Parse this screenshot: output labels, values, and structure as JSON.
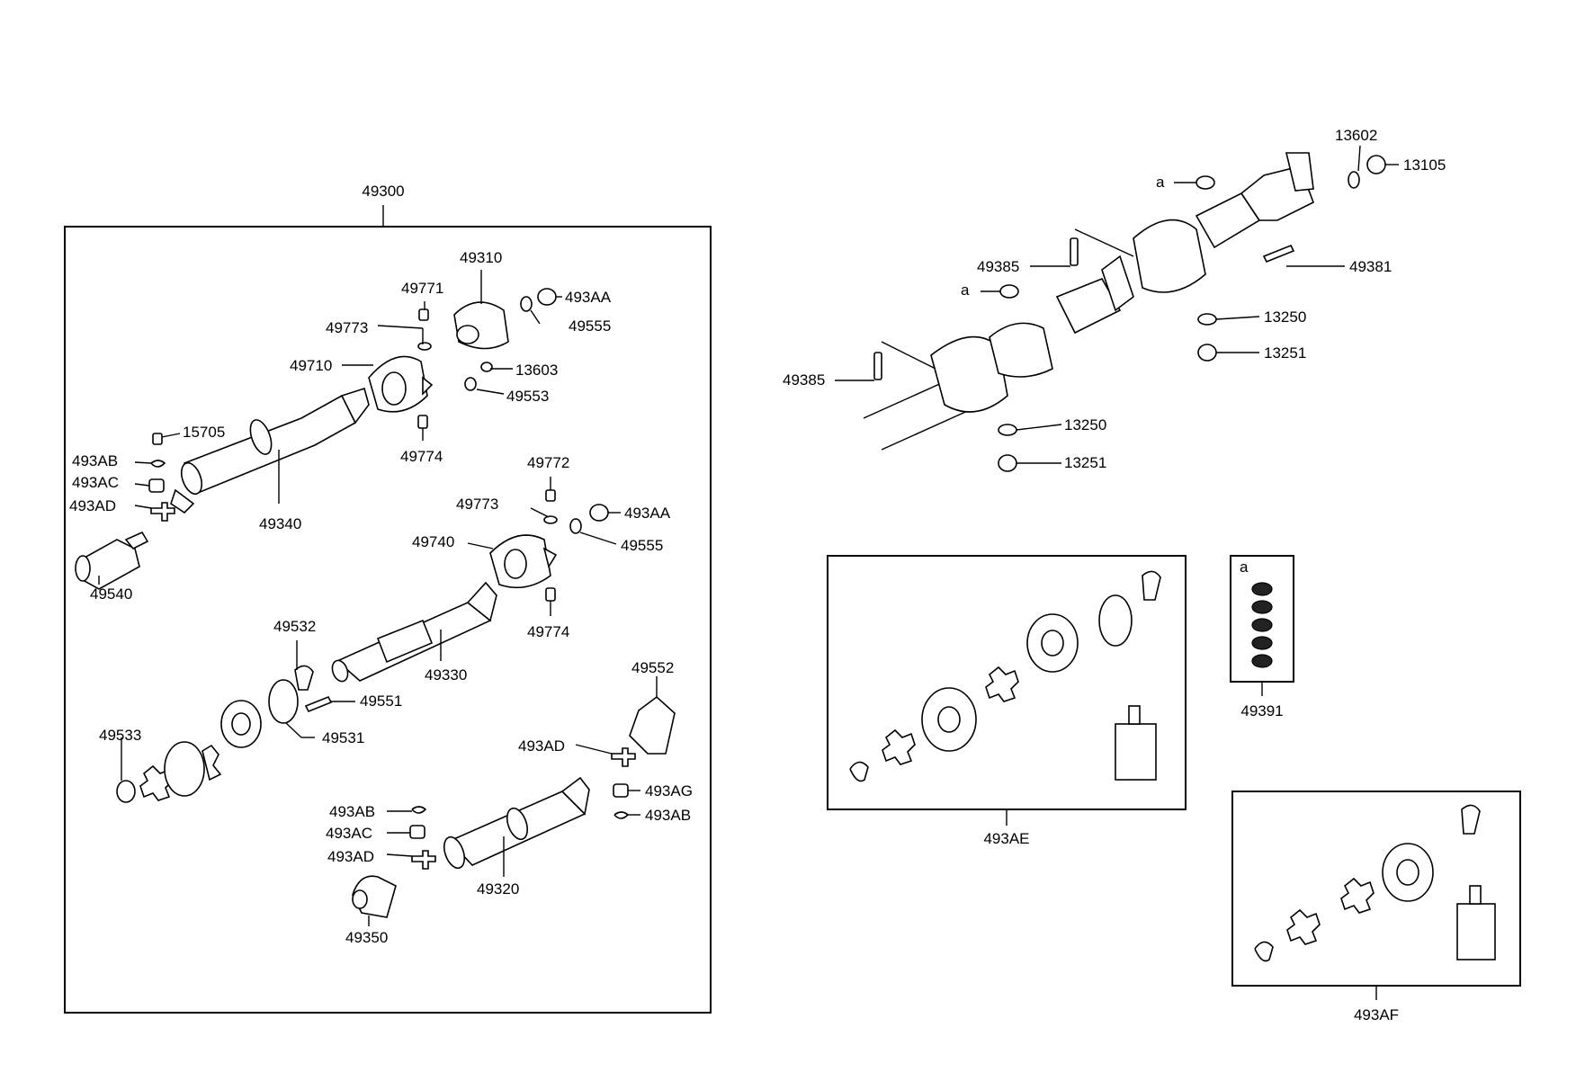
{
  "groups": {
    "main_assembly": "49300",
    "seal_kit": "49391",
    "joint_kit_1": "493AE",
    "joint_kit_2": "493AF",
    "seal_kit_tag": "a"
  },
  "callouts": [
    {
      "id": "c1",
      "text": "49771"
    },
    {
      "id": "c2",
      "text": "49310"
    },
    {
      "id": "c3",
      "text": "49773"
    },
    {
      "id": "c4",
      "text": "493AA"
    },
    {
      "id": "c5",
      "text": "49555"
    },
    {
      "id": "c6",
      "text": "49710"
    },
    {
      "id": "c7",
      "text": "13603"
    },
    {
      "id": "c8",
      "text": "49553"
    },
    {
      "id": "c9",
      "text": "15705"
    },
    {
      "id": "c10",
      "text": "49774"
    },
    {
      "id": "c11",
      "text": "493AB"
    },
    {
      "id": "c12",
      "text": "493AC"
    },
    {
      "id": "c13",
      "text": "493AD"
    },
    {
      "id": "c14",
      "text": "49340"
    },
    {
      "id": "c15",
      "text": "49540"
    },
    {
      "id": "c16",
      "text": "49772"
    },
    {
      "id": "c17",
      "text": "49773"
    },
    {
      "id": "c18",
      "text": "493AA"
    },
    {
      "id": "c19",
      "text": "49740"
    },
    {
      "id": "c20",
      "text": "49555"
    },
    {
      "id": "c21",
      "text": "49774"
    },
    {
      "id": "c22",
      "text": "49532"
    },
    {
      "id": "c23",
      "text": "49330"
    },
    {
      "id": "c24",
      "text": "49551"
    },
    {
      "id": "c25",
      "text": "49552"
    },
    {
      "id": "c26",
      "text": "49533"
    },
    {
      "id": "c27",
      "text": "49531"
    },
    {
      "id": "c28",
      "text": "493AD"
    },
    {
      "id": "c29",
      "text": "493AG"
    },
    {
      "id": "c30",
      "text": "493AB"
    },
    {
      "id": "c31",
      "text": "493AB"
    },
    {
      "id": "c32",
      "text": "493AC"
    },
    {
      "id": "c33",
      "text": "493AD"
    },
    {
      "id": "c34",
      "text": "49320"
    },
    {
      "id": "c35",
      "text": "49350"
    },
    {
      "id": "c36",
      "text": "13602"
    },
    {
      "id": "c37",
      "text": "13105"
    },
    {
      "id": "c38",
      "text": "a"
    },
    {
      "id": "c39",
      "text": "49385"
    },
    {
      "id": "c40",
      "text": "49381"
    },
    {
      "id": "c41",
      "text": "a"
    },
    {
      "id": "c42",
      "text": "13250"
    },
    {
      "id": "c43",
      "text": "13251"
    },
    {
      "id": "c44",
      "text": "49385"
    },
    {
      "id": "c45",
      "text": "13250"
    },
    {
      "id": "c46",
      "text": "13251"
    }
  ]
}
